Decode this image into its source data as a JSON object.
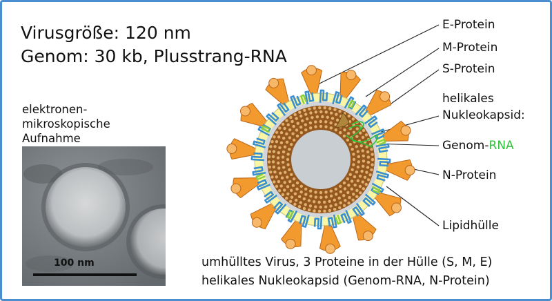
{
  "facts": {
    "size": "Virusgröße: 120 nm",
    "genome": "Genom: 30 kb, Plusstrang-RNA"
  },
  "micrograph": {
    "caption_lines": [
      "elektronen-",
      "mikroskopische",
      "Aufnahme"
    ],
    "scale_label": "100 nm"
  },
  "labels": {
    "e_protein": "E-Protein",
    "m_protein": "M-Protein",
    "s_protein": "S-Protein",
    "nucleocapsid_line1": "helikales",
    "nucleocapsid_line2": "Nukleokapsid:",
    "genome_prefix": "Genom-",
    "genome_rna": "RNA",
    "n_protein": "N-Protein",
    "lipid": "Lipidhülle"
  },
  "summary": {
    "line1": "umhülltes Virus, 3 Proteine in der Hülle (S, M, E)",
    "line2": "helikales Nukleokapsid (Genom-RNA, N-Protein)"
  },
  "colors": {
    "frame": "#4a8ed0",
    "spike": "#f39a2e",
    "m_protein": "#3a8fd0",
    "e_protein": "#8ccf3c",
    "lipid": "#fbf5a6",
    "nucleocapsid": "#94581f",
    "inner_core": "#c9ced3",
    "rna": "#2ec23a"
  }
}
